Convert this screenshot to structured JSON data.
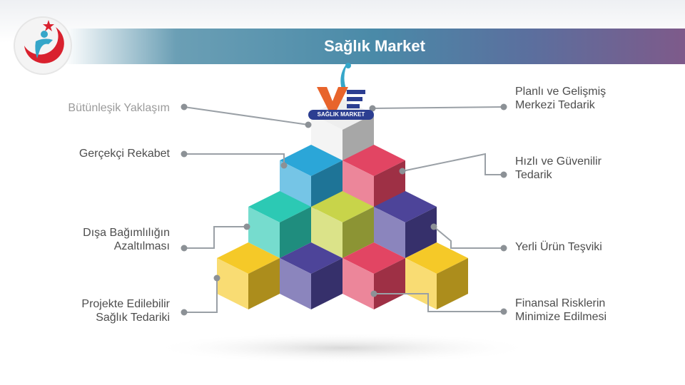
{
  "header": {
    "title": "Sağlık Market"
  },
  "logo": {
    "name": "ministry-logo-icon"
  },
  "brand_logo": {
    "text": "SAĞLIK MARKET"
  },
  "left_labels": [
    {
      "line1": "Bütünleşik Yaklaşım",
      "line2": ""
    },
    {
      "line1": "Gerçekçi Rekabet",
      "line2": ""
    },
    {
      "line1": "Dışa Bağımlılığın",
      "line2": "Azaltılması"
    },
    {
      "line1": "Projekte Edilebilir",
      "line2": "Sağlık Tedariki"
    }
  ],
  "right_labels": [
    {
      "line1": "Planlı ve Gelişmiş",
      "line2": "Merkezi Tedarik"
    },
    {
      "line1": "Hızlı ve Güvenilir",
      "line2": "Tedarik"
    },
    {
      "line1": "Yerli Ürün Teşviki",
      "line2": ""
    },
    {
      "line1": "Finansal Risklerin",
      "line2": "Minimize Edilmesi"
    }
  ],
  "colors": {
    "title_text": "#ffffff",
    "label_text": "#4d4d4d",
    "connector": "#9aa0a6",
    "cube_white": "#eeeeee",
    "cube_blue": "#2ba6d8",
    "cube_red": "#e24563",
    "cube_teal": "#2cc9b4",
    "cube_lime": "#c8d44a",
    "cube_purple": "#4d4499",
    "cube_yellow": "#f5c928"
  }
}
